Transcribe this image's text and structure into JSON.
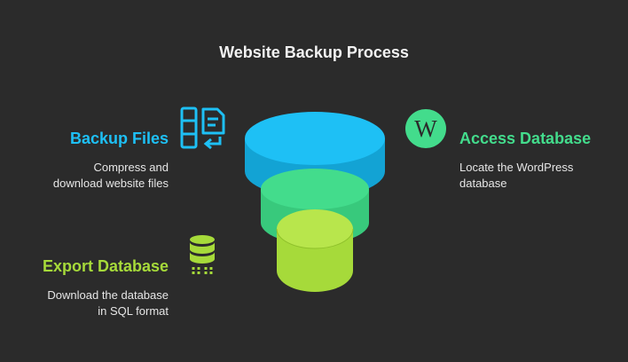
{
  "title": "Website Backup Process",
  "colors": {
    "background": "#2b2b2b",
    "stage1": "#1ec0f5",
    "stage2": "#43dc8c",
    "stage3": "#a6da3a"
  },
  "steps": [
    {
      "id": "backup-files",
      "title": "Backup Files",
      "description_line1": "Compress and",
      "description_line2": "download website files",
      "icon": "files-backup-icon",
      "color": "#1ec0f5"
    },
    {
      "id": "access-database",
      "title": "Access Database",
      "description_line1": "Locate the WordPress",
      "description_line2": "database",
      "icon": "wordpress-icon",
      "icon_letter": "W",
      "color": "#43dc8c"
    },
    {
      "id": "export-database",
      "title": "Export Database",
      "description_line1": "Download the database",
      "description_line2": "in SQL format",
      "icon": "database-icon",
      "color": "#a6da3a"
    }
  ]
}
